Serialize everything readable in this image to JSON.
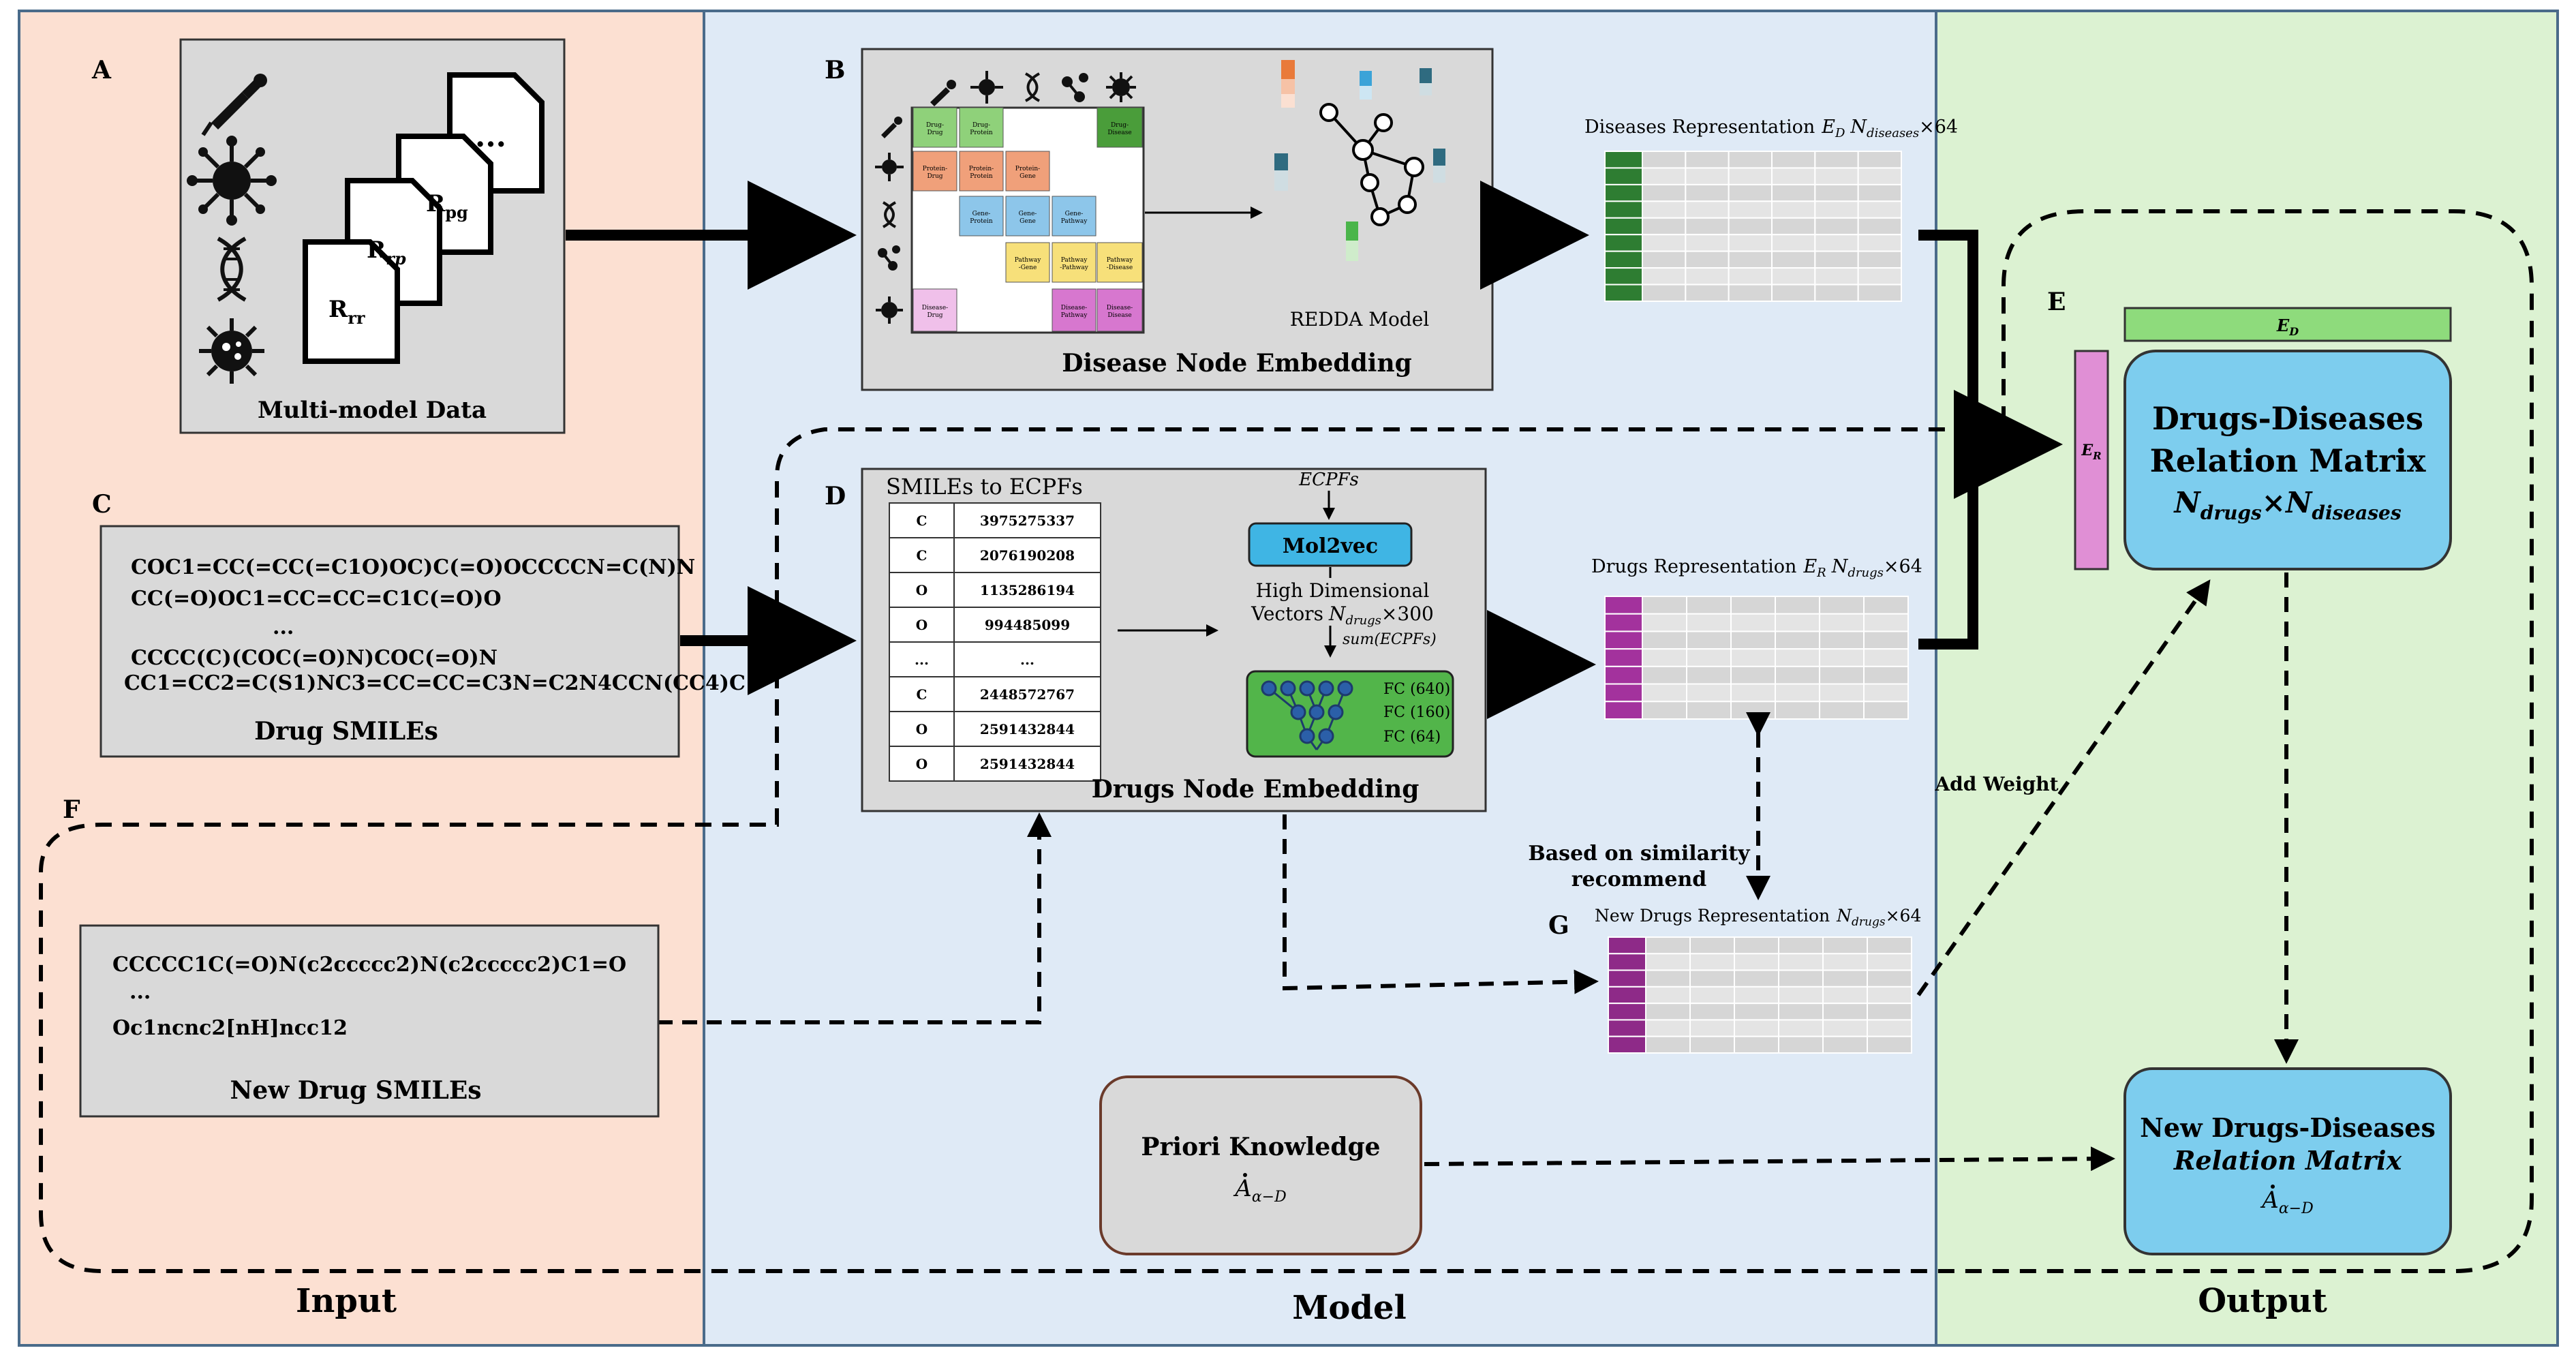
{
  "sections": {
    "input": "Input",
    "model": "Model",
    "output": "Output"
  },
  "panel_letters": {
    "a": "A",
    "b": "B",
    "c": "C",
    "d": "D",
    "e": "E",
    "f": "F",
    "g": "G"
  },
  "panel_a": {
    "title": "Multi-model Data",
    "doc_labels": [
      "R",
      "rr",
      "R",
      "rp",
      "R",
      "pg",
      "..."
    ]
  },
  "panel_b": {
    "title": "Disease Node Embedding",
    "model_name": "REDDA Model",
    "cells": [
      "Drug-\nDrug",
      "Drug-\nProtein",
      "Drug-\nDisease",
      "Protein-\nDrug",
      "Protein-\nProtein",
      "Protein-\nGene",
      "Gene-\nProtein",
      "Gene-\nGene",
      "Gene-\nPathway",
      "Pathway\n-Gene",
      "Pathway\n-Pathway",
      "Pathway\n-Disease",
      "Disease-\nDrug",
      "Disease-\nPathway",
      "Disease-\nDisease"
    ]
  },
  "disease_rep": {
    "label": "Diseases Representation",
    "math": "E",
    "math_sub": "D",
    "n": "N",
    "n_sub": "diseases",
    "dim": "×64"
  },
  "panel_c": {
    "title": "Drug SMILEs",
    "lines": [
      "COC1=CC(=CC(=C1O)OC)C(=O)OCCCCN=C(N)N",
      "CC(=O)OC1=CC=CC=C1C(=O)O",
      "...",
      "CCCC(C)(COC(=O)N)COC(=O)N",
      "CC1=CC2=C(S1)NC3=CC=CC=C3N=C2N4CCN(CC4)C"
    ]
  },
  "panel_d": {
    "table_title": "SMILEs to ECPFs",
    "rows": [
      [
        "C",
        "3975275337"
      ],
      [
        "C",
        "2076190208"
      ],
      [
        "O",
        "1135286194"
      ],
      [
        "O",
        "994485099"
      ],
      [
        "...",
        "..."
      ],
      [
        "C",
        "2448572767"
      ],
      [
        "O",
        "2591432844"
      ],
      [
        "O",
        "2591432844"
      ]
    ],
    "ecpfs": "ECPFs",
    "mol2vec": "Mol2vec",
    "hd_line1": "High Dimensional",
    "hd_line2": "Vectors",
    "hd_n": "N",
    "hd_sub": "drugs",
    "hd_dim": "×300",
    "sum": "sum(ECPFs)",
    "fc": [
      "FC (640)",
      "FC (160)",
      "FC (64)"
    ],
    "title": "Drugs Node Embedding"
  },
  "drug_rep": {
    "label": "Drugs Representation",
    "math": "E",
    "math_sub": "R",
    "n": "N",
    "n_sub": "drugs",
    "dim": "×64"
  },
  "new_drug_rep": {
    "label": "New Drugs Representation",
    "n": "N",
    "n_sub": "drugs",
    "dim": "×64"
  },
  "similarity": {
    "line1": "Based on similarity",
    "line2": "recommend"
  },
  "add_weight": "Add Weight",
  "panel_f": {
    "lines": [
      "CCCCC1C(=O)N(c2ccccc2)N(c2ccccc2)C1=O",
      "...",
      "Oc1ncnc2[nH]ncc12"
    ],
    "title": "New Drug SMILEs"
  },
  "priori": {
    "title": "Priori Knowledge",
    "math": "A",
    "sub": "α−D"
  },
  "panel_e": {
    "ed": "E",
    "ed_sub": "D",
    "er": "E",
    "er_sub": "R",
    "title1": "Drugs-Diseases",
    "title2": "Relation Matrix",
    "n1": "N",
    "n1_sub": "drugs",
    "times": "×",
    "n2": "N",
    "n2_sub": "diseases"
  },
  "new_matrix": {
    "title1": "New Drugs-Diseases",
    "title2": "Relation Matrix",
    "math": "A",
    "sub": "α−D"
  },
  "colors": {
    "input_bg": "#fce0d2",
    "model_bg": "#dfeaf6",
    "output_bg": "#dcf2d2",
    "gray_box": "#d9d9d9",
    "cyan": "#7dcdee",
    "green_bar": "#8edb7c",
    "pink_bar": "#e08fd5",
    "disease_rep": "#2e7d32",
    "drug_rep": "#a3329d",
    "new_drug_rep": "#8e2a88"
  }
}
